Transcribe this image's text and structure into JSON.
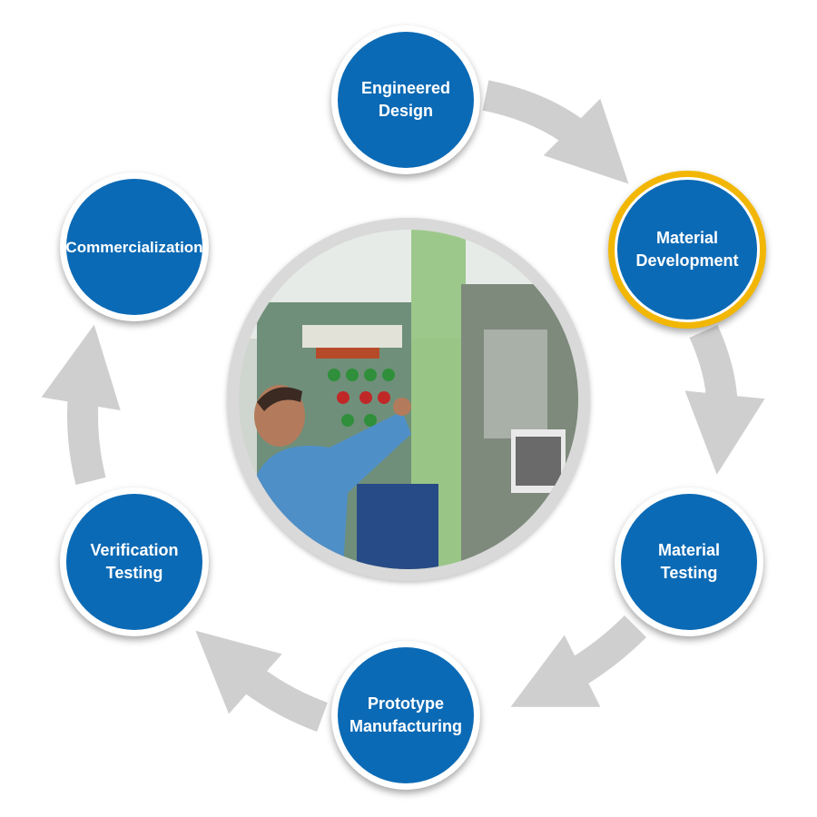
{
  "diagram": {
    "type": "cycle",
    "center_image": "operator-at-control-panel",
    "colors": {
      "node_fill": "#0b6ab5",
      "highlight_ring": "#f2b705",
      "arrow": "#cfcfcf"
    },
    "steps": [
      {
        "id": "engineered-design",
        "lines": [
          "Engineered",
          "Design"
        ]
      },
      {
        "id": "material-development",
        "lines": [
          "Material",
          "Development"
        ],
        "highlighted": true
      },
      {
        "id": "material-testing",
        "lines": [
          "Material",
          "Testing"
        ]
      },
      {
        "id": "prototype-manufacturing",
        "lines": [
          "Prototype",
          "Manufacturing"
        ]
      },
      {
        "id": "verification-testing",
        "lines": [
          "Verification",
          "Testing"
        ]
      },
      {
        "id": "commercialization",
        "lines": [
          "Commercialization"
        ]
      }
    ]
  }
}
